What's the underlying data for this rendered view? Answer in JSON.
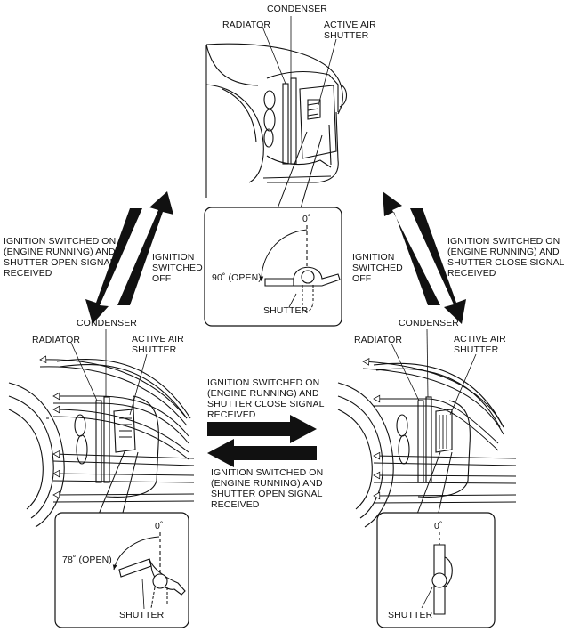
{
  "labels": {
    "top": {
      "condenser": "CONDENSER",
      "radiator": "RADIATOR",
      "active_air_shutter": [
        "ACTIVE AIR",
        "SHUTTER"
      ],
      "angle_zero": "0˚",
      "angle_open": "90˚ (OPEN)",
      "shutter": "SHUTTER"
    },
    "left": {
      "condenser": "CONDENSER",
      "radiator": "RADIATOR",
      "active_air_shutter": [
        "ACTIVE AIR",
        "SHUTTER"
      ],
      "angle_zero": "0˚",
      "angle_open": "78˚ (OPEN)",
      "shutter": "SHUTTER"
    },
    "right": {
      "condenser": "CONDENSER",
      "radiator": "RADIATOR",
      "active_air_shutter": [
        "ACTIVE AIR",
        "SHUTTER"
      ],
      "angle_zero": "0˚",
      "shutter": "SHUTTER"
    }
  },
  "transitions": {
    "top_to_left": [
      "IGNITION SWITCHED ON",
      "(ENGINE RUNNING) AND",
      "SHUTTER OPEN SIGNAL",
      "RECEIVED"
    ],
    "left_to_top": [
      "IGNITION",
      "SWITCHED",
      "OFF"
    ],
    "right_to_top": [
      "IGNITION",
      "SWITCHED",
      "OFF"
    ],
    "top_to_right": [
      "IGNITION SWITCHED ON",
      "(ENGINE RUNNING) AND",
      "SHUTTER CLOSE SIGNAL",
      "RECEIVED"
    ],
    "left_to_right": [
      "IGNITION SWITCHED ON",
      "(ENGINE RUNNING) AND",
      "SHUTTER CLOSE SIGNAL",
      "RECEIVED"
    ],
    "right_to_left": [
      "IGNITION SWITCHED ON",
      "(ENGINE RUNNING) AND",
      "SHUTTER OPEN SIGNAL",
      "RECEIVED"
    ]
  }
}
